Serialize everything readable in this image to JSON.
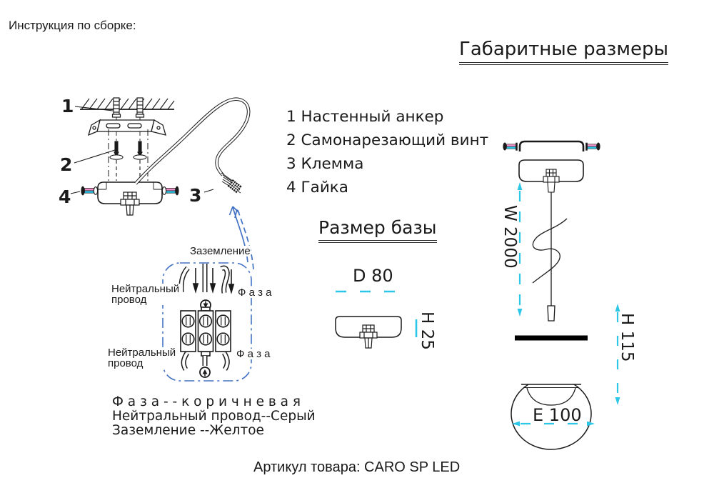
{
  "title": "Инструкция по сборке:",
  "dimensions": {
    "heading": "Габаритные размеры",
    "wire_length_label": "W 2000",
    "shade_height_label": "H 115",
    "shade_width_label": "E 100"
  },
  "base": {
    "heading": "Размер базы",
    "diameter_label": "D 80",
    "height_label": "H 25"
  },
  "parts_list": {
    "items": [
      {
        "num": "1",
        "name": "Настенный анкер"
      },
      {
        "num": "2",
        "name": "Самонарезающий винт"
      },
      {
        "num": "3",
        "name": "Клемма"
      },
      {
        "num": "4",
        "name": "Гайка"
      }
    ]
  },
  "assembly": {
    "callout_1": "1",
    "callout_2": "2",
    "callout_3": "3",
    "callout_4": "4"
  },
  "wiring": {
    "ground_label": "Заземление",
    "neutral_top": "Нейтральный провод",
    "phase_top": "Ф а з а",
    "neutral_bottom": "Нейтральный провод",
    "phase_bottom": "Ф а з а",
    "legend": [
      "Ф а з а - - к о р и ч н е в а я",
      "Нейтральный провод--Серый",
      "Заземление --Желтое"
    ]
  },
  "footer": {
    "article": "Артикул товара: CARO SP LED"
  },
  "colors": {
    "dimension_cyan": "#2BC6E8",
    "wiring_blue": "#4472C4",
    "screw_pink": "#EE8FC6",
    "ink": "#1A1A1A"
  }
}
